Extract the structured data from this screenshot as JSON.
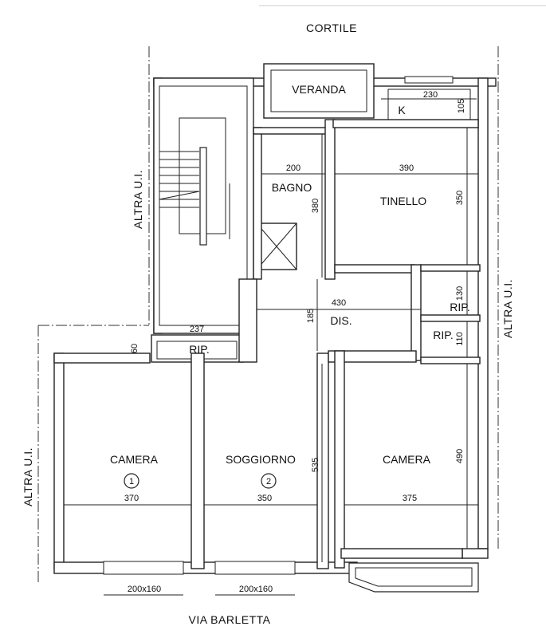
{
  "labels": {
    "north": "CORTILE",
    "south": "VIA BARLETTA",
    "left_top": "ALTRA U.I.",
    "left_bottom": "ALTRA U.I.",
    "right": "ALTRA U.I."
  },
  "rooms": {
    "veranda": "VERANDA",
    "k": "K",
    "bagno": "BAGNO",
    "tinello": "TINELLO",
    "dis": "DIS.",
    "rip_left": "RIP.",
    "rip_right_top": "RIP.",
    "rip_right_bottom": "RIP.",
    "camera_1": "CAMERA",
    "soggiorno": "SOGGIORNO",
    "camera_2": "CAMERA"
  },
  "markers": {
    "m1": "1",
    "m2": "2"
  },
  "dimensions": {
    "k_w": "230",
    "k_h": "105",
    "bagno_w": "200",
    "tinello_w": "390",
    "bagno_h": "380",
    "tinello_h": "350",
    "dis_w": "430",
    "dis_h": "185",
    "rip_r_top_h": "130",
    "rip_r_bot_h": "110",
    "rip_l_w": "237",
    "rip_l_h": "60",
    "camera1_w": "370",
    "soggiorno_w": "350",
    "camera2_w": "375",
    "camera2_h": "490",
    "soggiorno_h": "535",
    "win1": "200x160",
    "win2": "200x160"
  }
}
